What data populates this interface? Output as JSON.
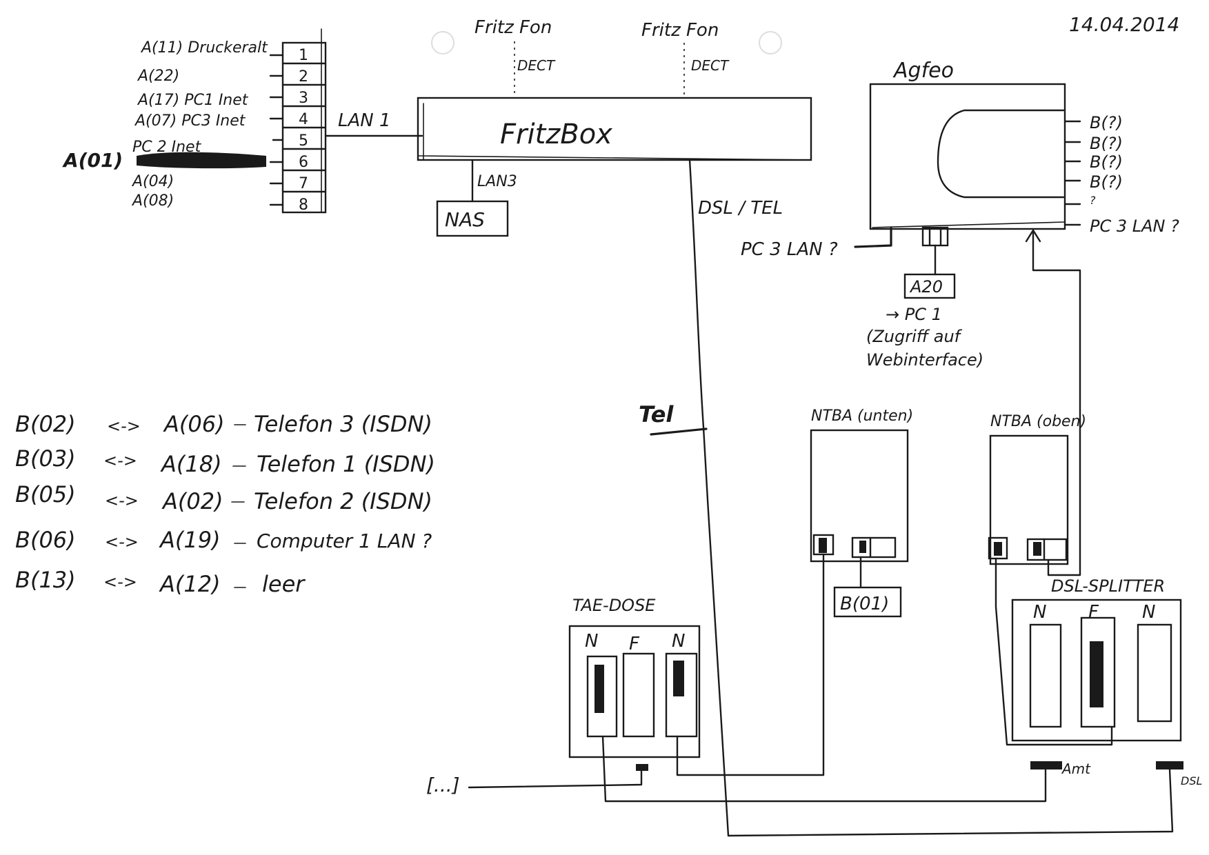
{
  "date": "14.04.2014",
  "patch_panel": {
    "ports": [
      "1",
      "2",
      "3",
      "4",
      "5",
      "6",
      "7",
      "8"
    ],
    "labels": [
      "A(11) Druckeralt",
      "A(22)",
      "A(17) PC1 Inet",
      "A(07) PC3 Inet",
      "PC 2 Inet",
      "",
      "A(04)",
      "A(08)"
    ],
    "side_label": "A(01)"
  },
  "fritzbox": {
    "name": "FritzBox",
    "lan1": "LAN 1",
    "lan3": "LAN3",
    "dsl_tel": "DSL / TEL",
    "phones": [
      {
        "name": "Fritz Fon",
        "link": "DECT"
      },
      {
        "name": "Fritz Fon",
        "link": "DECT"
      }
    ]
  },
  "nas": "NAS",
  "agfeo": {
    "name": "Agfeo",
    "ports": [
      "B(?)",
      "B(?)",
      "B(?)",
      "B(?)",
      "?",
      "PC 3 LAN ?"
    ],
    "pc3_lan": "PC 3 LAN ?",
    "a20": "A20",
    "a20_note": [
      "→ PC 1",
      "(Zugriff auf",
      "Webinterface)"
    ]
  },
  "tel": "Tel",
  "mapping": [
    {
      "b": "B(02)",
      "arrow": "<->",
      "a": "A(06)",
      "desc": "Telefon 3 (ISDN)"
    },
    {
      "b": "B(03)",
      "arrow": "<->",
      "a": "A(18)",
      "desc": "Telefon 1 (ISDN)"
    },
    {
      "b": "B(05)",
      "arrow": "<->",
      "a": "A(02)",
      "desc": "Telefon 2 (ISDN)"
    },
    {
      "b": "B(06)",
      "arrow": "<->",
      "a": "A(19)",
      "desc": "Computer 1 LAN ?"
    },
    {
      "b": "B(13)",
      "arrow": "<->",
      "a": "A(12)",
      "desc": "leer"
    }
  ],
  "ntba_lower": {
    "name": "NTBA (unten)",
    "port": "B(01)"
  },
  "ntba_upper": {
    "name": "NTBA (oben)"
  },
  "tae": {
    "name": "TAE-DOSE",
    "slots": [
      "N",
      "F",
      "N"
    ],
    "input": "[...]"
  },
  "splitter": {
    "name": "DSL-SPLITTER",
    "slots": [
      "N",
      "F",
      "N"
    ],
    "amt": "Amt",
    "dsl": "DSL"
  }
}
